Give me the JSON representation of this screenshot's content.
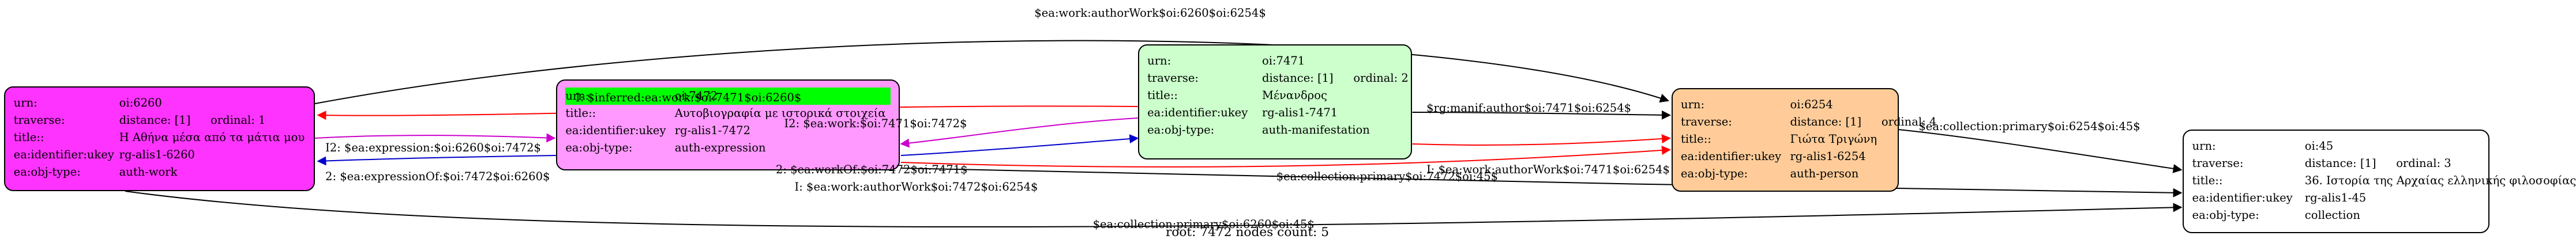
{
  "diagram": {
    "nodes": [
      {
        "id": "n6260",
        "fill": "#ff33ff",
        "rows": [
          {
            "k": "urn:",
            "v": "oi:6260"
          },
          {
            "k": "traverse:",
            "v": "distance: [1]",
            "extra": "ordinal: 1"
          },
          {
            "k": "title::",
            "v": "Η Αθήνα μέσα από τα μάτια μου"
          },
          {
            "k": "ea:identifier:ukey",
            "v": "rg-alis1-6260"
          },
          {
            "k": "ea:obj-type:",
            "v": "auth-work"
          }
        ]
      },
      {
        "id": "n7472",
        "fill": "#ff99ff",
        "rows": [
          {
            "k": "urn:",
            "v": "oi:7472",
            "highlight": true
          },
          {
            "k": "title::",
            "v": "Αυτοβιογραφία με ιστορικά στοιχεία"
          },
          {
            "k": "ea:identifier:ukey",
            "v": "rg-alis1-7472"
          },
          {
            "k": "ea:obj-type:",
            "v": "auth-expression"
          }
        ]
      },
      {
        "id": "n7471",
        "fill": "#ccffcc",
        "rows": [
          {
            "k": "urn:",
            "v": "oi:7471"
          },
          {
            "k": "traverse:",
            "v": "distance: [1]",
            "extra": "ordinal: 2"
          },
          {
            "k": "title::",
            "v": "Μένανδρος"
          },
          {
            "k": "ea:identifier:ukey",
            "v": "rg-alis1-7471"
          },
          {
            "k": "ea:obj-type:",
            "v": "auth-manifestation"
          }
        ]
      },
      {
        "id": "n6254",
        "fill": "#ffcc99",
        "rows": [
          {
            "k": "urn:",
            "v": "oi:6254"
          },
          {
            "k": "traverse:",
            "v": "distance: [1]",
            "extra": "ordinal: 4"
          },
          {
            "k": "title::",
            "v": "Γιώτα Τριγώνη"
          },
          {
            "k": "ea:identifier:ukey",
            "v": "rg-alis1-6254"
          },
          {
            "k": "ea:obj-type:",
            "v": "auth-person"
          }
        ]
      },
      {
        "id": "n45",
        "fill": "#ffffff",
        "rows": [
          {
            "k": "urn:",
            "v": "oi:45"
          },
          {
            "k": "traverse:",
            "v": "distance: [1]",
            "extra": "ordinal: 3"
          },
          {
            "k": "title::",
            "v": "36. Ιστορία της Αρχαίας ελληνικής φιλοσοφίας"
          },
          {
            "k": "ea:identifier:ukey",
            "v": "rg-alis1-45"
          },
          {
            "k": "ea:obj-type:",
            "v": "collection"
          }
        ]
      }
    ],
    "edges": [
      {
        "from": "n6260",
        "to": "n6254",
        "color": "#000000",
        "label": "$ea:work:authorWork$oi:6260$oi:6254$"
      },
      {
        "from": "n7471",
        "to": "n6260",
        "color": "#ff0000",
        "label": "I: $inferred:ea:work:$oi:7471$oi:6260$"
      },
      {
        "from": "n7471",
        "to": "n7472",
        "color": "#cc00cc",
        "label": "I2: $ea:work:$oi:7471$oi:7472$"
      },
      {
        "from": "n7471",
        "to": "n6254",
        "color": "#000000",
        "label": "$rg:manif:author$oi:7471$oi:6254$"
      },
      {
        "from": "n7471",
        "to": "n6254",
        "color": "#ff0000",
        "label": "I: $ea:work:authorWork$oi:7471$oi:6254$"
      },
      {
        "from": "n6260",
        "to": "n7472",
        "color": "#cc00cc",
        "label": "I2: $ea:expression:$oi:6260$oi:7472$"
      },
      {
        "from": "n7472",
        "to": "n7471",
        "color": "#0000cc",
        "label": "2: $ea:workOf:$oi:7472$oi:7471$"
      },
      {
        "from": "n7472",
        "to": "n6260",
        "color": "#0000cc",
        "label": "2: $ea:expressionOf:$oi:7472$oi:6260$"
      },
      {
        "from": "n7472",
        "to": "n6254",
        "color": "#ff0000",
        "label": "I: $ea:work:authorWork$oi:7472$oi:6254$"
      },
      {
        "from": "n7472",
        "to": "n45",
        "color": "#000000",
        "label": "$ea:collection:primary$oi:7472$oi:45$"
      },
      {
        "from": "n6254",
        "to": "n45",
        "color": "#000000",
        "label": "$ea:collection:primary$oi:6254$oi:45$"
      },
      {
        "from": "n6260",
        "to": "n45",
        "color": "#000000",
        "label": "$ea:collection:primary$oi:6260$oi:45$"
      }
    ]
  },
  "footer": "root: 7472 nodes count: 5"
}
